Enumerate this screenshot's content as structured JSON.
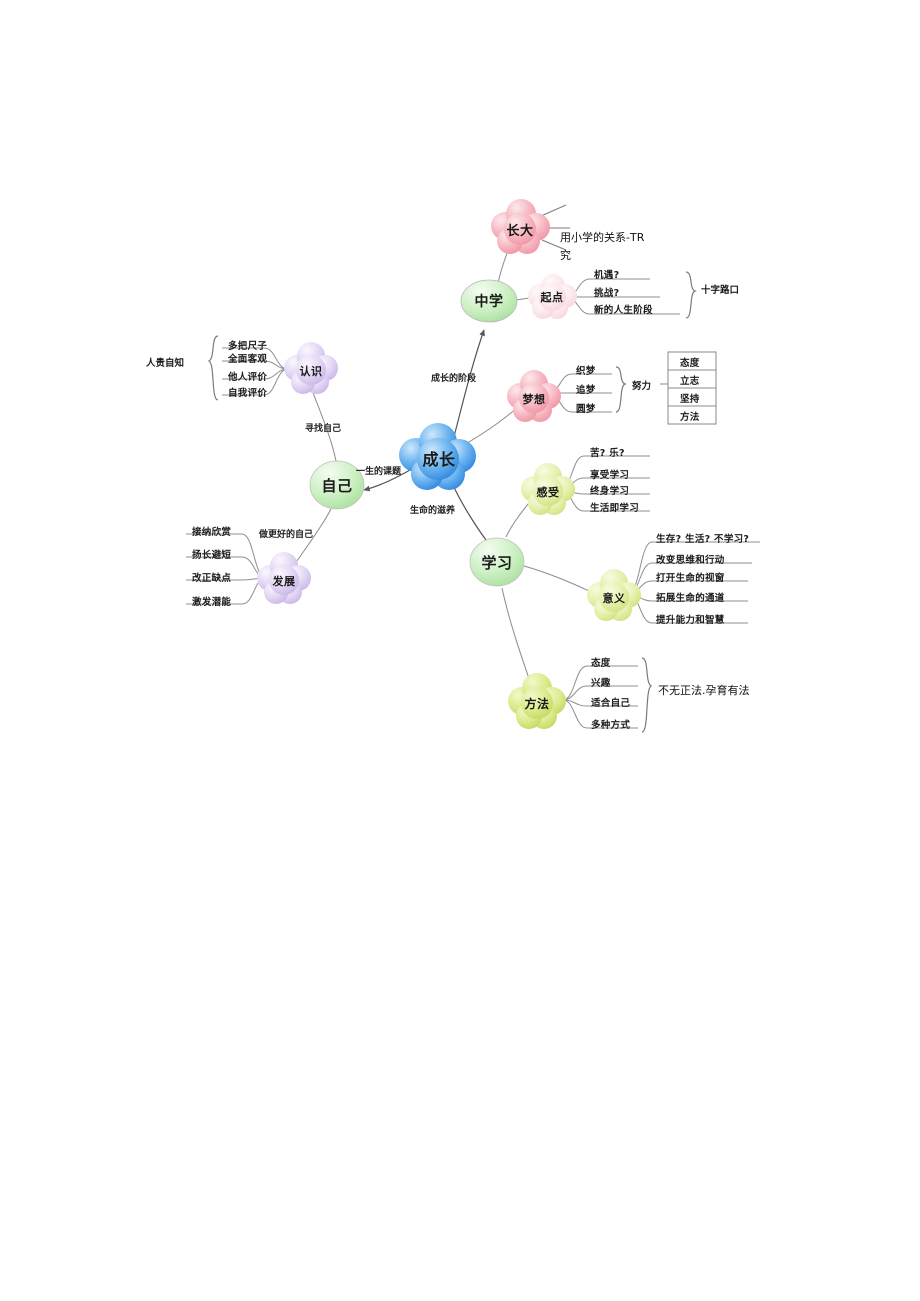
{
  "diagram": {
    "title_node": "成长",
    "type": "mindmap",
    "nodes": {
      "center": {
        "label": "成长",
        "color": "#4a90e2",
        "shape": "cloud"
      },
      "zhongxue": {
        "label": "中学",
        "color": "#b9edb9",
        "shape": "ellipse"
      },
      "zhangda": {
        "label": "长大",
        "color": "#f3aab4",
        "shape": "cloud"
      },
      "qidian": {
        "label": "起点",
        "color": "#fbdfe3",
        "shape": "cloud"
      },
      "mengxiang": {
        "label": "梦想",
        "color": "#f6b3bd",
        "shape": "cloud"
      },
      "ziji": {
        "label": "自己",
        "color": "#c8eec8",
        "shape": "ellipse"
      },
      "renshi": {
        "label": "认识",
        "color": "#ded0f0",
        "shape": "cloud"
      },
      "fazhan": {
        "label": "发展",
        "color": "#d6c6ee",
        "shape": "cloud"
      },
      "xuexi": {
        "label": "学习",
        "color": "#c5efc5",
        "shape": "ellipse"
      },
      "ganshou": {
        "label": "感受",
        "color": "#e6eeb0",
        "shape": "cloud"
      },
      "yiyi": {
        "label": "意义",
        "color": "#dfeb9c",
        "shape": "cloud"
      },
      "fangfa": {
        "label": "方法",
        "color": "#cde06a",
        "shape": "cloud"
      }
    },
    "connector_labels": {
      "chengzhang_jieduan": "成长的阶段",
      "yisheng_keti": "一生的课题",
      "shengming_ziyang": "生命的滋养",
      "xunzhao_ziji": "寻找自己",
      "zuo_genghao": "做更好的自己"
    },
    "annotations": {
      "xiaoxue_guanxi": "用小学的关系-TR",
      "xiaoxue_guanxi2": "究",
      "shizi_lukou": "十字路口",
      "nuli": "努力",
      "ren_gui_zizhi": "人贵自知",
      "bu_wu_zhengfa": "不无正法.孕育有法"
    },
    "branches": {
      "qidian_items": [
        "机遇?",
        "挑战?",
        "新的人生阶段"
      ],
      "mengxiang_items": [
        "织梦",
        "追梦",
        "圆梦"
      ],
      "nuli_items": [
        "态度",
        "立志",
        "坚持",
        "方法"
      ],
      "renshi_items": [
        "多把尺子",
        "全面客观",
        "他人评价",
        "自我评价"
      ],
      "fazhan_items": [
        "接纳欣赏",
        "扬长避短",
        "改正缺点",
        "激发潜能"
      ],
      "ganshou_items": [
        "苦? 乐?",
        "享受学习",
        "终身学习",
        "生活即学习"
      ],
      "yiyi_items": [
        "生存? 生活? 不学习?",
        "改变思维和行动",
        "打开生命的视窗",
        "拓展生命的通道",
        "提升能力和智慧"
      ],
      "fangfa_items": [
        "态度",
        "兴趣",
        "适合自己",
        "多种方式"
      ]
    }
  }
}
